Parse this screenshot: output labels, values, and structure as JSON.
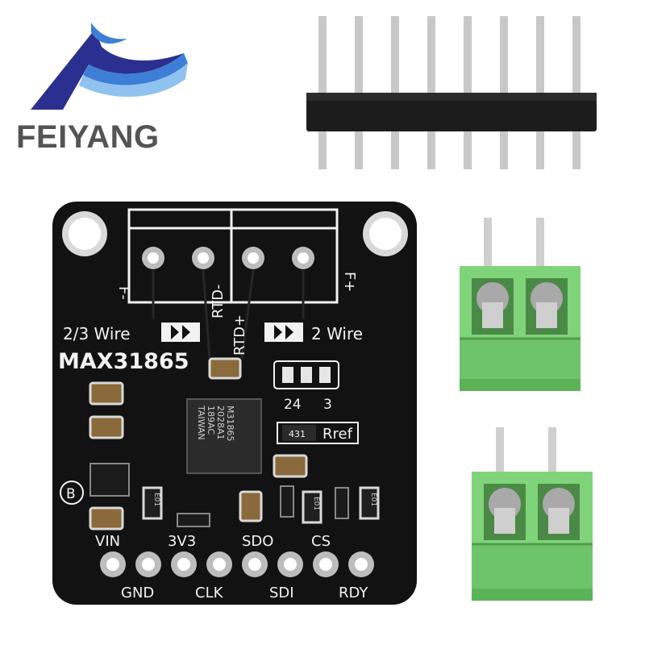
{
  "brand": {
    "name": "FEIYANG",
    "logo_colors": [
      "#2b2f8f",
      "#3d7fd6",
      "#8fc2ef"
    ]
  },
  "board": {
    "color": "#111111",
    "silkscreen_color": "#f2f2f2",
    "model": "MAX31865",
    "labels": {
      "f_minus": "F-",
      "f_plus": "F+",
      "rtd_minus": "RTD-",
      "rtd_plus": "RTD+",
      "wire_23": "2/3 Wire",
      "wire_2": "2 Wire",
      "jumper_24": "24",
      "jumper_3": "3",
      "rref": "Rref",
      "rref_resistor": "431",
      "chip_lines": [
        "M31865",
        "2028A1",
        "189AC",
        "TAIWAN"
      ],
      "resistor_code": "E01",
      "b_mark": "B"
    },
    "pins_top": [
      "VIN",
      "3V3",
      "SDO",
      "CS"
    ],
    "pins_bottom": [
      "GND",
      "CLK",
      "SDI",
      "RDY"
    ]
  },
  "header_pins": {
    "count": 8
  },
  "terminal_blocks": {
    "count": 2,
    "color": "#6ec46a"
  }
}
